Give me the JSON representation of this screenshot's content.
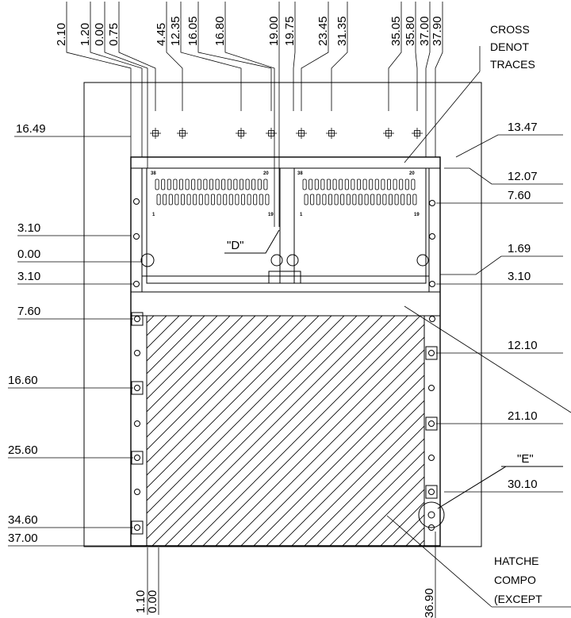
{
  "top_dims": [
    "2.10",
    "1.20",
    "0.00",
    "0.75",
    "4.45",
    "12.35",
    "16.05",
    "16.80",
    "19.00",
    "19.75",
    "23.45",
    "31.35",
    "35.05",
    "35.80",
    "37.00",
    "37.90"
  ],
  "left_dims": [
    "16.49",
    "3.10",
    "0.00",
    "3.10",
    "7.60",
    "16.60",
    "25.60",
    "34.60",
    "37.00"
  ],
  "right_dims": [
    "13.47",
    "12.07",
    "7.60",
    "1.69",
    "3.10",
    "12.10",
    "21.10",
    "30.10"
  ],
  "bottom_dims": [
    "1.10",
    "0.00",
    "36.90"
  ],
  "callouts": {
    "d": "\"D\"",
    "e": "\"E\""
  },
  "notes": {
    "crosshatch": [
      "CROSS",
      "DENOT",
      "TRACES"
    ],
    "hatched": [
      "HATCHE",
      "COMPO",
      "(EXCEPT"
    ]
  },
  "connector_pins": {
    "top_left": "38",
    "top_right": "20",
    "bottom_left": "1",
    "bottom_right": "19"
  }
}
